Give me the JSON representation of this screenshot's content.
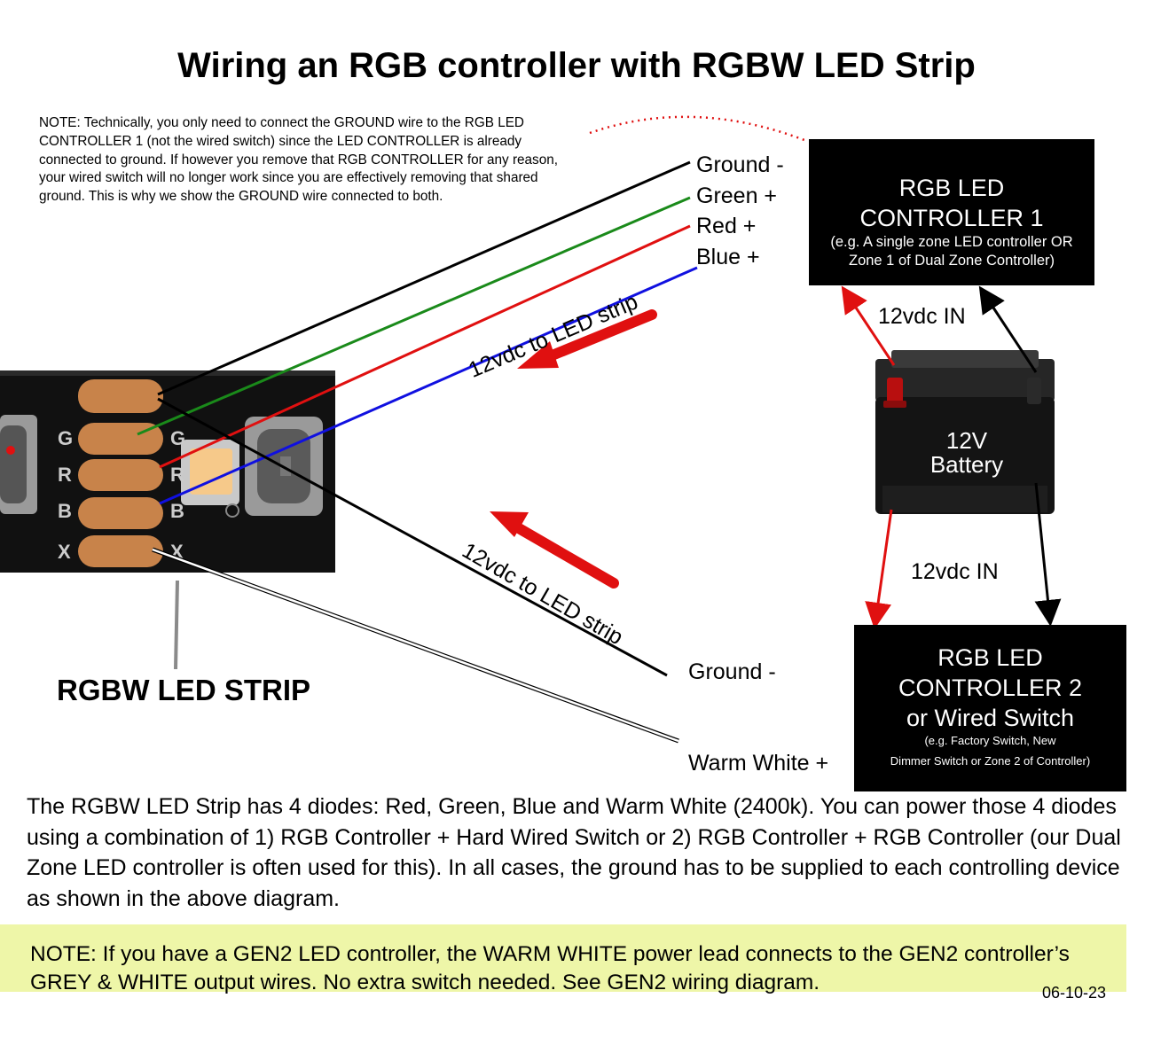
{
  "title": "Wiring an RGB controller with RGBW LED Strip",
  "top_note": "NOTE:  Technically, you only need to connect the GROUND wire to the RGB LED CONTROLLER 1 (not the wired switch) since the LED CONTROLLER is already connected to ground.  If however you remove that RGB CONTROLLER for any reason, your wired switch will no longer work since you are effectively removing that shared ground.  This is why we show the GROUND wire connected to both.",
  "wire_labels_top": {
    "ground": "Ground -",
    "green": "Green +",
    "red": "Red +",
    "blue": "Blue +"
  },
  "wire_labels_bottom": {
    "ground": "Ground -",
    "warm_white": "Warm White +"
  },
  "controller1": {
    "line1": "RGB LED",
    "line2": "CONTROLLER 1",
    "line3": "(e.g. A single zone LED controller OR",
    "line4": "Zone 1 of Dual Zone Controller)"
  },
  "controller2": {
    "line1": "RGB LED",
    "line2": "CONTROLLER 2",
    "line3": "or Wired Switch",
    "line4": "(e.g. Factory Switch, New",
    "line5": "Dimmer Switch or Zone 2 of Controller)"
  },
  "in_label_top": "12vdc  IN",
  "in_label_bottom": "12vdc  IN",
  "battery": {
    "line1": "12V",
    "line2": "Battery"
  },
  "arrow_label_top": "12vdc to LED strip",
  "arrow_label_bottom": "12vdc to LED strip",
  "strip_pads": [
    "G",
    "R",
    "B",
    "X"
  ],
  "strip_pads_right": [
    "G",
    "R",
    "B",
    "X"
  ],
  "strip_caption": "RGBW LED STRIP",
  "description": "The RGBW LED Strip has 4 diodes:  Red, Green, Blue and Warm White (2400k).  You can power those 4 diodes using a combination of 1)   RGB Controller + Hard Wired Switch or 2) RGB Controller + RGB Controller (our Dual Zone LED controller is often used for this).  In all cases, the ground has to be supplied to each controlling device as shown in the above diagram.",
  "bottom_note": "NOTE:  If you have a GEN2 LED controller, the WARM WHITE power lead connects to the GEN2 controller’s GREY & WHITE output wires.  No extra switch needed.  See GEN2 wiring diagram.",
  "date": "06-10-23",
  "colors": {
    "ground": "#000000",
    "green": "#1a8a1a",
    "red": "#e01010",
    "blue": "#1010e0",
    "warm_white": "#ffffff",
    "note_bg": "#eef6a8",
    "pad": "#c8834a",
    "strip": "#111111"
  }
}
